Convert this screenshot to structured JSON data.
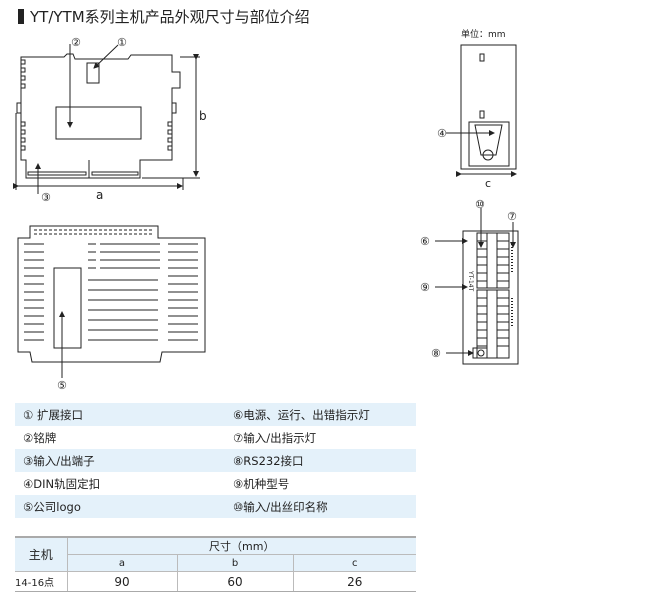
{
  "title": "YT/YTM系列主机产品外观尺寸与部位介绍",
  "unit_label": "单位：mm",
  "callouts": {
    "n1": "①",
    "n2": "②",
    "n3": "③",
    "n4": "④",
    "n5": "⑤",
    "n6": "⑥",
    "n7": "⑦",
    "n8": "⑧",
    "n9": "⑨",
    "n10": "⑩"
  },
  "dimensions_labels": {
    "a": "a",
    "b": "b",
    "c": "c"
  },
  "model_print": "YT-14T",
  "legend": [
    {
      "left": "① 扩展接口",
      "right": "⑥电源、运行、出错指示灯"
    },
    {
      "left": "②铭牌",
      "right": "⑦输入/出指示灯"
    },
    {
      "left": "③输入/出端子",
      "right": "⑧RS232接口"
    },
    {
      "left": "④DIN轨固定扣",
      "right": "⑨机种型号"
    },
    {
      "left": "⑤公司logo",
      "right": "⑩输入/出丝印名称"
    }
  ],
  "dim_table": {
    "host_header": "主机",
    "size_header": "尺寸（mm）",
    "cols": [
      "a",
      "b",
      "c"
    ],
    "rows": [
      {
        "host": "14-16点",
        "values": [
          "90",
          "60",
          "26"
        ]
      }
    ]
  }
}
